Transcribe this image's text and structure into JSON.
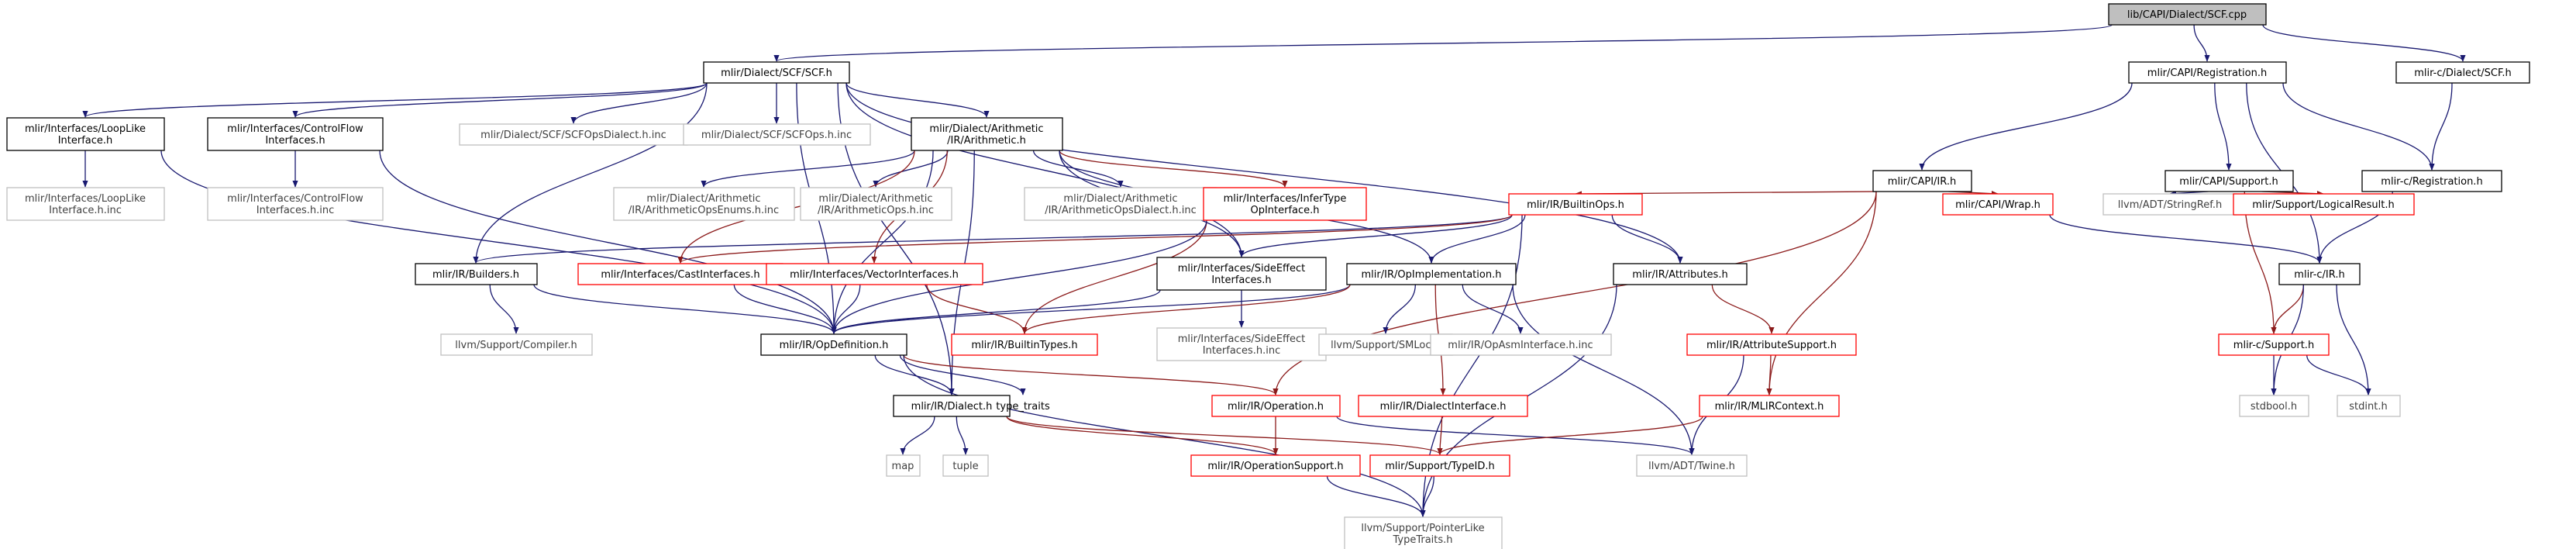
{
  "colors": {
    "edge_default": "#191970",
    "edge_red": "#8b1a1a",
    "border_black": "#000000",
    "border_red": "#ff0000",
    "border_gray": "#bfbfbf",
    "root_fill": "#bfbfbf",
    "fill": "#ffffff"
  },
  "nodes": [
    {
      "id": "scf_cpp",
      "kind": "root",
      "lines": [
        "lib/CAPI/Dialect/SCF.cpp"
      ]
    },
    {
      "id": "scf_h",
      "kind": "black",
      "lines": [
        "mlir/Dialect/SCF/SCF.h"
      ]
    },
    {
      "id": "capi_registration",
      "kind": "black",
      "lines": [
        "mlir/CAPI/Registration.h"
      ]
    },
    {
      "id": "mlirc_dialect_scf",
      "kind": "black",
      "lines": [
        "mlir-c/Dialect/SCF.h"
      ]
    },
    {
      "id": "looplike",
      "kind": "black",
      "lines": [
        "mlir/Interfaces/LoopLike",
        "Interface.h"
      ]
    },
    {
      "id": "controlflow",
      "kind": "black",
      "lines": [
        "mlir/Interfaces/ControlFlow",
        "Interfaces.h"
      ]
    },
    {
      "id": "scfopsdialect_inc",
      "kind": "gray",
      "lines": [
        "mlir/Dialect/SCF/SCFOpsDialect.h.inc"
      ]
    },
    {
      "id": "scfops_inc",
      "kind": "gray",
      "lines": [
        "mlir/Dialect/SCF/SCFOps.h.inc"
      ]
    },
    {
      "id": "arithmetic_h",
      "kind": "black",
      "lines": [
        "mlir/Dialect/Arithmetic",
        "/IR/Arithmetic.h"
      ]
    },
    {
      "id": "capi_ir",
      "kind": "black",
      "lines": [
        "mlir/CAPI/IR.h"
      ]
    },
    {
      "id": "capi_support",
      "kind": "black",
      "lines": [
        "mlir/CAPI/Support.h"
      ]
    },
    {
      "id": "mlirc_registration",
      "kind": "black",
      "lines": [
        "mlir-c/Registration.h"
      ]
    },
    {
      "id": "looplike_inc",
      "kind": "gray",
      "lines": [
        "mlir/Interfaces/LoopLike",
        "Interface.h.inc"
      ]
    },
    {
      "id": "controlflow_inc",
      "kind": "gray",
      "lines": [
        "mlir/Interfaces/ControlFlow",
        "Interfaces.h.inc"
      ]
    },
    {
      "id": "arith_enums_inc",
      "kind": "gray",
      "lines": [
        "mlir/Dialect/Arithmetic",
        "/IR/ArithmeticOpsEnums.h.inc"
      ]
    },
    {
      "id": "arith_ops_inc",
      "kind": "gray",
      "lines": [
        "mlir/Dialect/Arithmetic",
        "/IR/ArithmeticOps.h.inc"
      ]
    },
    {
      "id": "arith_dialect_inc",
      "kind": "gray",
      "lines": [
        "mlir/Dialect/Arithmetic",
        "/IR/ArithmeticOpsDialect.h.inc"
      ]
    },
    {
      "id": "infertype",
      "kind": "red",
      "lines": [
        "mlir/Interfaces/InferType",
        "OpInterface.h"
      ]
    },
    {
      "id": "builtinops",
      "kind": "red",
      "lines": [
        "mlir/IR/BuiltinOps.h"
      ]
    },
    {
      "id": "capi_wrap",
      "kind": "red",
      "lines": [
        "mlir/CAPI/Wrap.h"
      ]
    },
    {
      "id": "stringref",
      "kind": "gray",
      "lines": [
        "llvm/ADT/StringRef.h"
      ]
    },
    {
      "id": "logicalresult",
      "kind": "red",
      "lines": [
        "mlir/Support/LogicalResult.h"
      ]
    },
    {
      "id": "builders",
      "kind": "black",
      "lines": [
        "mlir/IR/Builders.h"
      ]
    },
    {
      "id": "castinterfaces",
      "kind": "red",
      "lines": [
        "mlir/Interfaces/CastInterfaces.h"
      ]
    },
    {
      "id": "vectorinterfaces",
      "kind": "red",
      "lines": [
        "mlir/Interfaces/VectorInterfaces.h"
      ]
    },
    {
      "id": "sideeffect",
      "kind": "black",
      "lines": [
        "mlir/Interfaces/SideEffect",
        "Interfaces.h"
      ]
    },
    {
      "id": "opimplementation",
      "kind": "black",
      "lines": [
        "mlir/IR/OpImplementation.h"
      ]
    },
    {
      "id": "attributes",
      "kind": "black",
      "lines": [
        "mlir/IR/Attributes.h"
      ]
    },
    {
      "id": "mlirc_ir",
      "kind": "black",
      "lines": [
        "mlir-c/IR.h"
      ]
    },
    {
      "id": "compiler",
      "kind": "gray",
      "lines": [
        "llvm/Support/Compiler.h"
      ]
    },
    {
      "id": "opdefinition",
      "kind": "black",
      "lines": [
        "mlir/IR/OpDefinition.h"
      ]
    },
    {
      "id": "builtintypes",
      "kind": "red",
      "lines": [
        "mlir/IR/BuiltinTypes.h"
      ]
    },
    {
      "id": "sideeffect_inc",
      "kind": "gray",
      "lines": [
        "mlir/Interfaces/SideEffect",
        "Interfaces.h.inc"
      ]
    },
    {
      "id": "smloc",
      "kind": "gray",
      "lines": [
        "llvm/Support/SMLoc.h"
      ]
    },
    {
      "id": "opasm_inc",
      "kind": "gray",
      "lines": [
        "mlir/IR/OpAsmInterface.h.inc"
      ]
    },
    {
      "id": "attrsupport",
      "kind": "red",
      "lines": [
        "mlir/IR/AttributeSupport.h"
      ]
    },
    {
      "id": "mlirc_support",
      "kind": "red",
      "lines": [
        "mlir-c/Support.h"
      ]
    },
    {
      "id": "dialect_h",
      "kind": "black",
      "lines": [
        "mlir/IR/Dialect.h"
      ]
    },
    {
      "id": "type_traits",
      "kind": "plain",
      "lines": [
        "type_traits"
      ]
    },
    {
      "id": "operation_h",
      "kind": "red",
      "lines": [
        "mlir/IR/Operation.h"
      ]
    },
    {
      "id": "dialectinterface",
      "kind": "red",
      "lines": [
        "mlir/IR/DialectInterface.h"
      ]
    },
    {
      "id": "mlircontext",
      "kind": "red",
      "lines": [
        "mlir/IR/MLIRContext.h"
      ]
    },
    {
      "id": "stdbool",
      "kind": "gray",
      "lines": [
        "stdbool.h"
      ]
    },
    {
      "id": "stdint",
      "kind": "gray",
      "lines": [
        "stdint.h"
      ]
    },
    {
      "id": "map",
      "kind": "gray",
      "lines": [
        "map"
      ]
    },
    {
      "id": "tuple",
      "kind": "gray",
      "lines": [
        "tuple"
      ]
    },
    {
      "id": "opsupport",
      "kind": "red",
      "lines": [
        "mlir/IR/OperationSupport.h"
      ]
    },
    {
      "id": "typeid",
      "kind": "red",
      "lines": [
        "mlir/Support/TypeID.h"
      ]
    },
    {
      "id": "twine",
      "kind": "gray",
      "lines": [
        "llvm/ADT/Twine.h"
      ]
    },
    {
      "id": "pointerlike",
      "kind": "gray",
      "lines": [
        "llvm/Support/PointerLike",
        "TypeTraits.h"
      ]
    }
  ],
  "edges": [
    [
      "scf_cpp",
      "scf_h"
    ],
    [
      "scf_cpp",
      "capi_registration"
    ],
    [
      "scf_cpp",
      "mlirc_dialect_scf"
    ],
    [
      "scf_h",
      "looplike"
    ],
    [
      "scf_h",
      "controlflow"
    ],
    [
      "scf_h",
      "scfopsdialect_inc"
    ],
    [
      "scf_h",
      "scfops_inc"
    ],
    [
      "scf_h",
      "arithmetic_h"
    ],
    [
      "scf_h",
      "attributes"
    ],
    [
      "scf_h",
      "opdefinition"
    ],
    [
      "scf_h",
      "builders"
    ],
    [
      "scf_h",
      "dialect_h"
    ],
    [
      "scf_h",
      "sideeffect"
    ],
    [
      "capi_registration",
      "capi_ir"
    ],
    [
      "capi_registration",
      "capi_support"
    ],
    [
      "capi_registration",
      "mlirc_registration"
    ],
    [
      "capi_registration",
      "mlirc_ir"
    ],
    [
      "mlirc_dialect_scf",
      "mlirc_registration"
    ],
    [
      "looplike",
      "looplike_inc"
    ],
    [
      "looplike",
      "opdefinition"
    ],
    [
      "controlflow",
      "controlflow_inc"
    ],
    [
      "controlflow",
      "opdefinition"
    ],
    [
      "arithmetic_h",
      "arith_enums_inc"
    ],
    [
      "arithmetic_h",
      "arith_ops_inc"
    ],
    [
      "arithmetic_h",
      "arith_dialect_inc"
    ],
    [
      "arithmetic_h",
      "infertype"
    ],
    [
      "arithmetic_h",
      "castinterfaces"
    ],
    [
      "arithmetic_h",
      "vectorinterfaces"
    ],
    [
      "arithmetic_h",
      "sideeffect"
    ],
    [
      "arithmetic_h",
      "opimplementation"
    ],
    [
      "arithmetic_h",
      "opdefinition"
    ],
    [
      "arithmetic_h",
      "dialect_h"
    ],
    [
      "capi_ir",
      "builtinops"
    ],
    [
      "capi_ir",
      "capi_wrap"
    ],
    [
      "capi_ir",
      "mlircontext"
    ],
    [
      "capi_ir",
      "operation_h"
    ],
    [
      "capi_support",
      "stringref"
    ],
    [
      "capi_support",
      "logicalresult"
    ],
    [
      "capi_support",
      "mlirc_support"
    ],
    [
      "mlirc_registration",
      "mlirc_ir"
    ],
    [
      "infertype",
      "builtintypes"
    ],
    [
      "infertype",
      "opdefinition"
    ],
    [
      "builtinops",
      "builders"
    ],
    [
      "builtinops",
      "opimplementation"
    ],
    [
      "builtinops",
      "sideeffect"
    ],
    [
      "builtinops",
      "castinterfaces"
    ],
    [
      "builtinops",
      "attributes"
    ],
    [
      "builtinops",
      "pointerlike"
    ],
    [
      "capi_wrap",
      "mlirc_ir"
    ],
    [
      "builders",
      "opdefinition"
    ],
    [
      "builders",
      "compiler"
    ],
    [
      "castinterfaces",
      "opdefinition"
    ],
    [
      "vectorinterfaces",
      "opdefinition"
    ],
    [
      "vectorinterfaces",
      "builtintypes"
    ],
    [
      "sideeffect",
      "opdefinition"
    ],
    [
      "sideeffect",
      "sideeffect_inc"
    ],
    [
      "opimplementation",
      "opdefinition"
    ],
    [
      "opimplementation",
      "builtintypes"
    ],
    [
      "opimplementation",
      "smloc"
    ],
    [
      "opimplementation",
      "opasm_inc"
    ],
    [
      "opimplementation",
      "dialectinterface"
    ],
    [
      "opimplementation",
      "twine"
    ],
    [
      "attributes",
      "attrsupport"
    ],
    [
      "attributes",
      "pointerlike"
    ],
    [
      "mlirc_ir",
      "mlirc_support"
    ],
    [
      "mlirc_ir",
      "stdbool"
    ],
    [
      "mlirc_ir",
      "stdint"
    ],
    [
      "opdefinition",
      "dialect_h"
    ],
    [
      "opdefinition",
      "type_traits"
    ],
    [
      "opdefinition",
      "operation_h"
    ],
    [
      "opdefinition",
      "pointerlike"
    ],
    [
      "attrsupport",
      "mlircontext"
    ],
    [
      "attrsupport",
      "twine"
    ],
    [
      "mlirc_support",
      "stdbool"
    ],
    [
      "mlirc_support",
      "stdint"
    ],
    [
      "dialect_h",
      "map"
    ],
    [
      "dialect_h",
      "tuple"
    ],
    [
      "dialect_h",
      "opsupport"
    ],
    [
      "dialect_h",
      "typeid"
    ],
    [
      "operation_h",
      "opsupport"
    ],
    [
      "operation_h",
      "twine"
    ],
    [
      "dialectinterface",
      "typeid"
    ],
    [
      "mlircontext",
      "typeid"
    ],
    [
      "opsupport",
      "pointerlike"
    ],
    [
      "typeid",
      "pointerlike"
    ]
  ],
  "red_edges": [
    [
      "opdefinition",
      "operation_h"
    ],
    [
      "dialect_h",
      "typeid"
    ],
    [
      "dialect_h",
      "opsupport"
    ],
    [
      "operation_h",
      "opsupport"
    ],
    [
      "dialectinterface",
      "typeid"
    ],
    [
      "mlircontext",
      "typeid"
    ],
    [
      "builtinops",
      "castinterfaces"
    ],
    [
      "vectorinterfaces",
      "builtintypes"
    ],
    [
      "infertype",
      "builtintypes"
    ],
    [
      "opimplementation",
      "builtintypes"
    ],
    [
      "capi_ir",
      "builtinops"
    ],
    [
      "capi_ir",
      "capi_wrap"
    ],
    [
      "capi_support",
      "logicalresult"
    ],
    [
      "capi_support",
      "mlirc_support"
    ],
    [
      "mlirc_ir",
      "mlirc_support"
    ],
    [
      "arithmetic_h",
      "infertype"
    ],
    [
      "arithmetic_h",
      "castinterfaces"
    ],
    [
      "arithmetic_h",
      "vectorinterfaces"
    ],
    [
      "attributes",
      "attrsupport"
    ],
    [
      "capi_ir",
      "operation_h"
    ],
    [
      "attrsupport",
      "mlircontext"
    ],
    [
      "capi_ir",
      "mlircontext"
    ],
    [
      "opimplementation",
      "dialectinterface"
    ]
  ]
}
